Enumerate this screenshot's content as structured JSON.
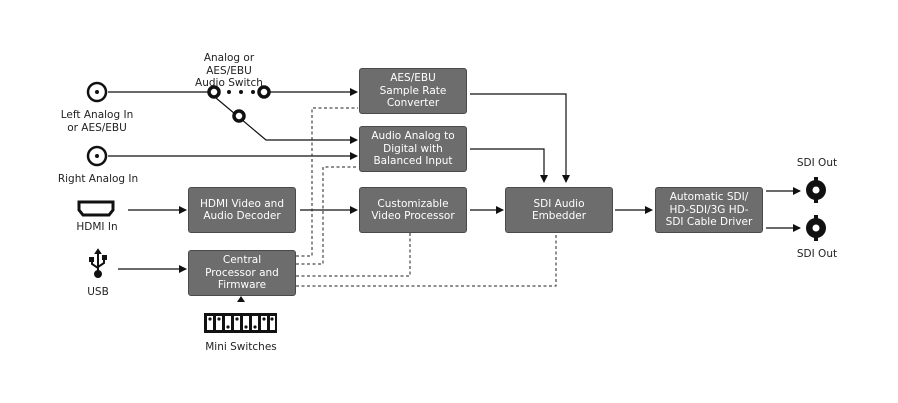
{
  "labels": {
    "audio_switch": "Analog or AES/EBU\nAudio Switch",
    "left_analog": "Left Analog In\nor AES/EBU",
    "right_analog": "Right Analog In",
    "hdmi_in": "HDMI In",
    "usb": "USB",
    "mini_switches": "Mini Switches",
    "sdi_out_1": "SDI Out",
    "sdi_out_2": "SDI Out"
  },
  "boxes": {
    "aes_src": "AES/EBU\nSample Rate\nConverter",
    "adc": "Audio Analog to\nDigital with\nBalanced Input",
    "hdmi_decoder": "HDMI Video and\nAudio Decoder",
    "video_processor": "Customizable\nVideo Processor",
    "sdi_embedder": "SDI Audio\nEmbedder",
    "cpu": "Central\nProcessor and\nFirmware",
    "cable_driver": "Automatic SDI/\nHD-SDI/3G HD-\nSDI Cable Driver"
  }
}
